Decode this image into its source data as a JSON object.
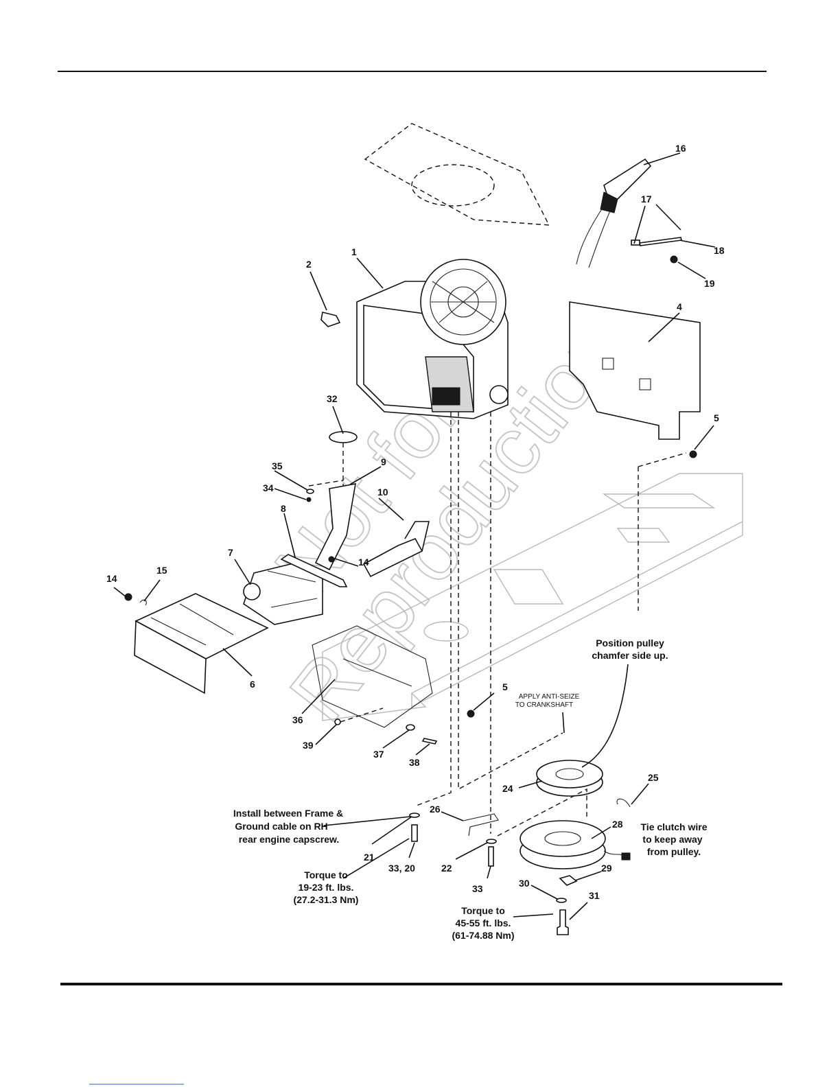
{
  "callouts": [
    "1",
    "2",
    "4",
    "5",
    "5",
    "6",
    "7",
    "8",
    "9",
    "10",
    "14",
    "14",
    "15",
    "16",
    "17",
    "18",
    "19",
    "21",
    "22",
    "24",
    "25",
    "26",
    "28",
    "29",
    "30",
    "31",
    "32",
    "33",
    "33, 20",
    "34",
    "35",
    "36",
    "37",
    "38",
    "39"
  ],
  "notes": {
    "pulley": [
      "Position pulley",
      "chamfer side up."
    ],
    "anti_seize": [
      "APPLY ANTI-SEIZE",
      "TO CRANKSHAFT"
    ],
    "ground": [
      "Install between Frame &",
      "Ground cable on RH",
      "rear engine capscrew."
    ],
    "torque_a": [
      "Torque to",
      "19-23 ft. lbs.",
      "(27.2-31.3 Nm)"
    ],
    "torque_b": [
      "Torque to",
      "45-55 ft. lbs.",
      "(61-74.88 Nm)"
    ],
    "clutch": [
      "Tie clutch wire",
      "to keep away",
      "from pulley."
    ]
  },
  "watermark": [
    "Not for",
    "Reproduction"
  ]
}
